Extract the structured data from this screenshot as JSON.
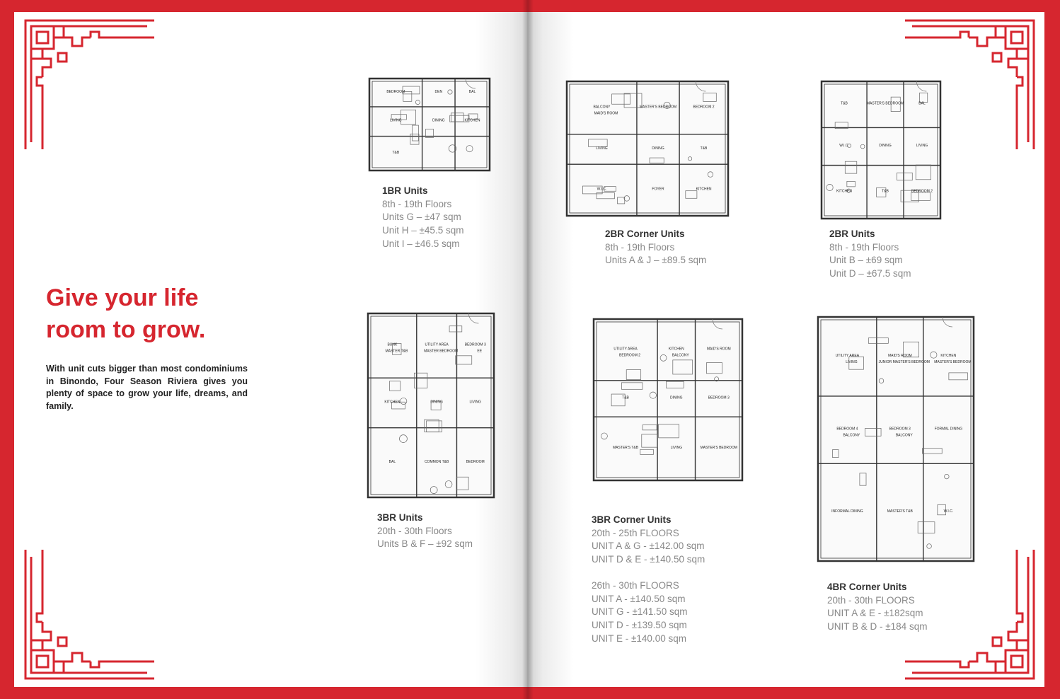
{
  "headline": {
    "line1": "Give your life",
    "line2": "room to grow."
  },
  "intro": "With unit cuts bigger than most condominiums in Binondo, Four Season Riviera gives you plenty of space to grow your life, dreams, and family.",
  "colors": {
    "accent": "#d6262f",
    "background": "#ffffff",
    "heading": "#333333",
    "subtext": "#888888"
  },
  "units": [
    {
      "title": "1BR Units",
      "lines": [
        "8th - 19th Floors",
        "Units G – ±47 sqm",
        "Unit H – ±45.5 sqm",
        "Unit I – ±46.5 sqm"
      ],
      "rooms": [
        "BEDROOM",
        "DEN",
        "BAL",
        "LIVING",
        "DINING",
        "KITCHEN",
        "T&B"
      ]
    },
    {
      "title": "3BR Units",
      "lines": [
        "20th - 30th Floors",
        "Units B & F – ±92 sqm"
      ],
      "rooms": [
        "BUNK",
        "UTILITY AREA",
        "BEDROOM 3",
        "KITCHEN",
        "DINING",
        "LIVING",
        "BAL",
        "COMMON T&B",
        "BEDROOM",
        "MASTER T&B",
        "MASTER BEDROOM",
        "EE"
      ]
    },
    {
      "title": "2BR Corner Units",
      "lines": [
        "8th - 19th Floors",
        "Units A & J – ±89.5 sqm"
      ],
      "rooms": [
        "BALCONY",
        "MASTER'S BEDROOM",
        "BEDROOM 2",
        "LIVING",
        "DINING",
        "T&B",
        "W.I.C.",
        "FOYER",
        "KITCHEN",
        "MAID'S ROOM"
      ]
    },
    {
      "title": "2BR Units",
      "lines": [
        "8th - 19th Floors",
        "Unit B – ±69 sqm",
        "Unit D – ±67.5 sqm"
      ],
      "rooms": [
        "T&B",
        "MASTER'S BEDROOM",
        "BAL",
        "W.I.C.",
        "DINING",
        "LIVING",
        "KITCHEN",
        "T&B",
        "BEDROOM 2"
      ]
    },
    {
      "title": "3BR Corner Units",
      "lines": [
        "20th - 25th FLOORS",
        "UNIT A & G - ±142.00 sqm",
        "UNIT D & E - ±140.50 sqm",
        "",
        "26th - 30th FLOORS",
        "UNIT A - ±140.50 sqm",
        "UNIT G - ±141.50 sqm",
        "UNIT D - ±139.50 sqm",
        "UNIT E - ±140.00 sqm"
      ],
      "rooms": [
        "UTILITY AREA",
        "KITCHEN",
        "MAID'S ROOM",
        "T&B",
        "DINING",
        "BEDROOM 3",
        "MASTER'S T&B",
        "LIVING",
        "MASTER'S BEDROOM",
        "BEDROOM 2",
        "BALCONY"
      ]
    },
    {
      "title": "4BR Corner Units",
      "lines": [
        "20th - 30th FLOORS",
        "UNIT A & E - ±182sqm",
        "UNIT B & D - ±184 sqm"
      ],
      "rooms": [
        "UTILITY AREA",
        "MAID'S ROOM",
        "KITCHEN",
        "BEDROOM 4",
        "BEDROOM 3",
        "FORMAL DINING",
        "INFORMAL DINING",
        "MASTER'S T&B",
        "W.I.C.",
        "LIVING",
        "JUNIOR MASTER'S BEDROOM",
        "MASTER'S BEDROOM",
        "BALCONY",
        "BALCONY"
      ]
    }
  ]
}
